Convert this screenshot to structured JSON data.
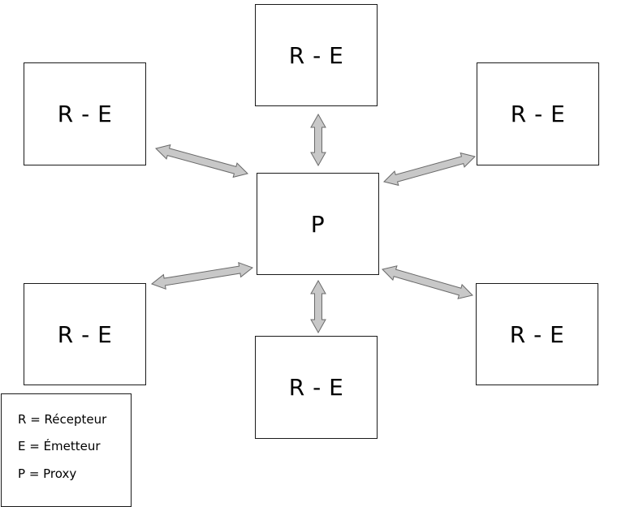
{
  "diagram": {
    "proxy": {
      "label": "P"
    },
    "nodes": [
      {
        "id": "top",
        "label": "R - E"
      },
      {
        "id": "top-left",
        "label": "R - E"
      },
      {
        "id": "top-right",
        "label": "R - E"
      },
      {
        "id": "bottom-left",
        "label": "R - E"
      },
      {
        "id": "bottom",
        "label": "R - E"
      },
      {
        "id": "bottom-right",
        "label": "R - E"
      }
    ],
    "arrow_style": {
      "fill": "#c8c8c8",
      "stroke": "#6a6a6a"
    }
  },
  "legend": {
    "items": [
      {
        "text": "R = Récepteur"
      },
      {
        "text": "E = Émetteur"
      },
      {
        "text": "P = Proxy"
      }
    ]
  }
}
